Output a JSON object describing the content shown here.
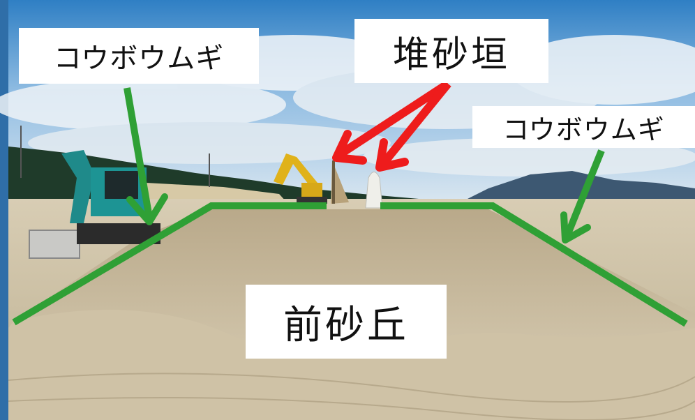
{
  "labels": {
    "grass_left": "コウボウムギ",
    "sand_fence": "堆砂垣",
    "grass_right": "コウボウムギ",
    "foredune": "前砂丘"
  },
  "colors": {
    "profile_line": "#2fa035",
    "fence_arrows": "#ee1c1c",
    "grass_arrows": "#2fa035",
    "label_background": "#ffffff"
  },
  "icons": [
    "arrow-down-icon",
    "arrow-down-left-icon",
    "arrow-down-right-icon"
  ]
}
